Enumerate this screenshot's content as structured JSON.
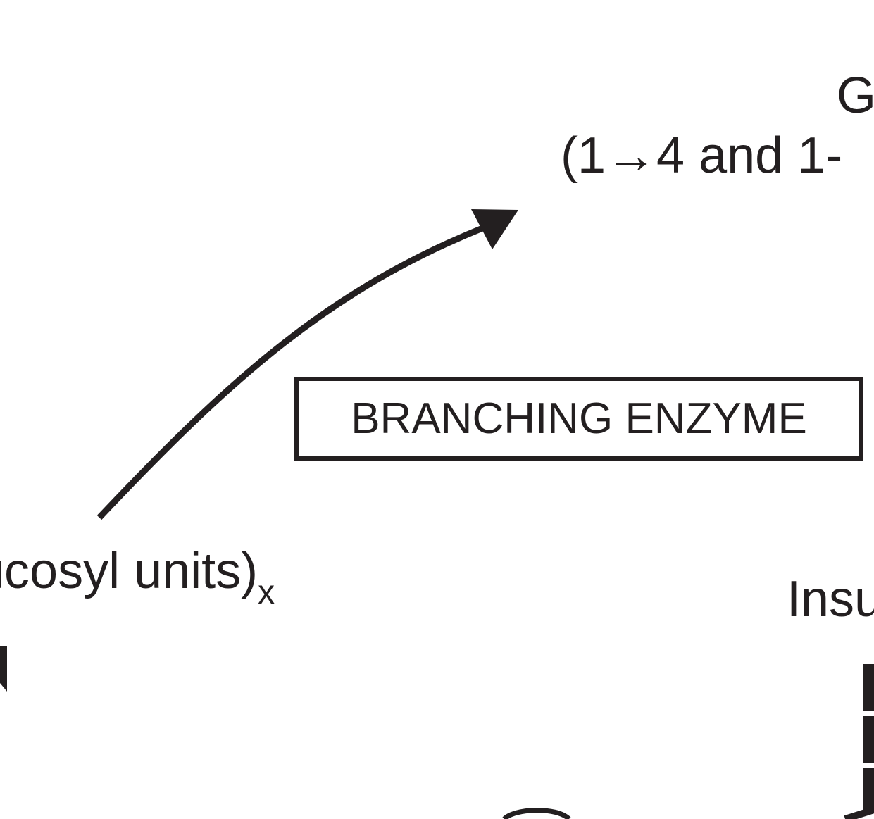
{
  "diagram": {
    "glycogen_title": "G",
    "bonds_label": "(1→4 and 1-",
    "chain_label": "ucosyl units)",
    "chain_subscript": "x",
    "enzyme_label": "BRANCHING ENZYME",
    "insulin_label": "Insu",
    "colors": {
      "ink": "#231f20",
      "background": "#ffffff"
    }
  }
}
